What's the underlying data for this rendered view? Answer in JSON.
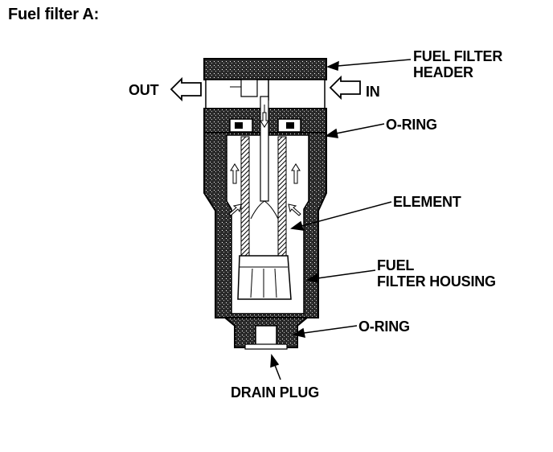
{
  "title": "Fuel filter A:",
  "labels": {
    "out": "OUT",
    "in": "IN",
    "header_line1": "FUEL FILTER",
    "header_line2": "HEADER",
    "oring_top": "O-RING",
    "element": "ELEMENT",
    "housing_line1": "FUEL",
    "housing_line2": "FILTER HOUSING",
    "oring_bottom": "O-RING",
    "drain_plug": "DRAIN PLUG"
  },
  "colors": {
    "ink": "#000000",
    "paper": "#ffffff",
    "shade": "#3a3a3a"
  }
}
